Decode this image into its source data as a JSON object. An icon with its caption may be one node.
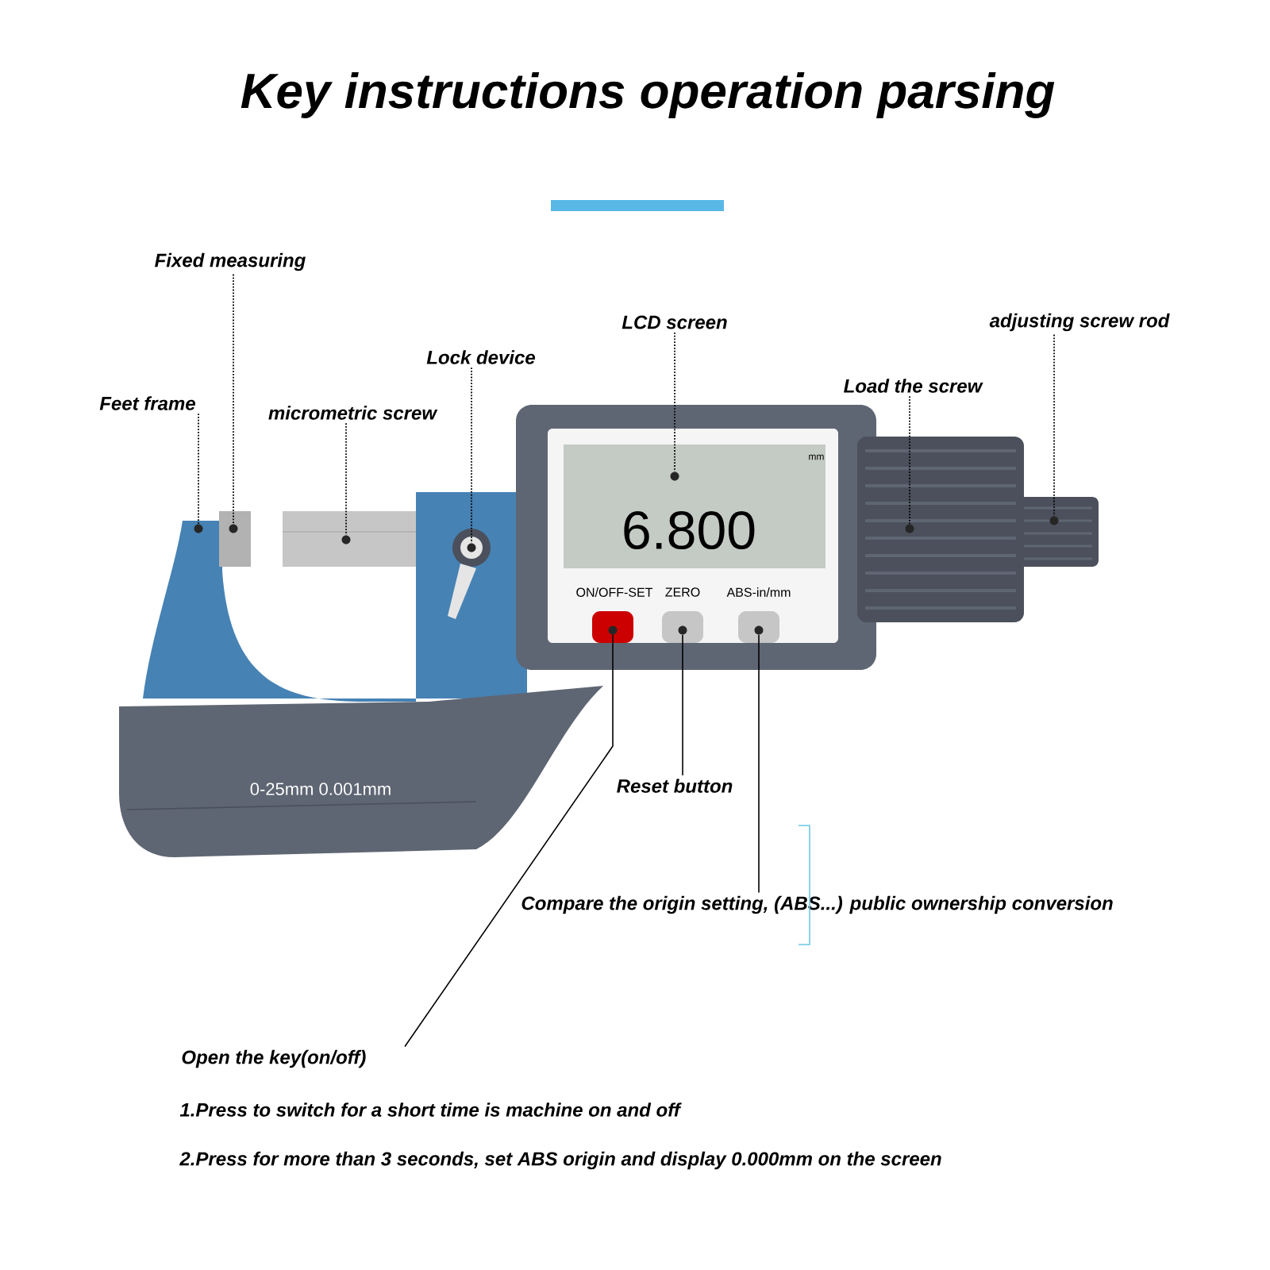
{
  "diagram": {
    "title": "Key instructions operation parsing",
    "nodes": [
      {
        "text": [
          "Fixed measuring"
        ]
      },
      {
        "text": [
          "Feet frame"
        ]
      },
      {
        "text": [
          "micrometric screw"
        ]
      },
      {
        "text": [
          "Lock device"
        ]
      },
      {
        "text": [
          "LCD screen"
        ]
      },
      {
        "text": [
          "Load the screw"
        ]
      },
      {
        "text": [
          "adjusting screw rod"
        ]
      },
      {
        "text": [
          "Reset button"
        ]
      },
      {
        "text": [
          "Compare the origin setting, (ABS...) public ownership conversion"
        ]
      },
      {
        "text": [
          "Open the key(on/off)"
        ]
      },
      {
        "text": [],
        "shape": "circle"
      },
      {
        "text": [],
        "shape": "circle"
      },
      {
        "text": [],
        "shape": "circle"
      },
      {
        "text": [],
        "shape": "circle"
      },
      {
        "text": [],
        "shape": "circle"
      },
      {
        "text": [],
        "shape": "circle"
      },
      {
        "text": [],
        "shape": "circle"
      },
      {
        "text": [],
        "shape": "circle"
      },
      {
        "text": [],
        "shape": "circle"
      },
      {
        "text": [],
        "shape": "circle"
      }
    ],
    "edges": [
      {
        "from": 0,
        "to": 11,
        "arrow": "none",
        "style": "dashed"
      },
      {
        "from": 1,
        "to": 10,
        "arrow": "none",
        "style": "dashed"
      },
      {
        "from": 2,
        "to": 12,
        "arrow": "none",
        "style": "dashed"
      },
      {
        "from": 3,
        "to": 13,
        "arrow": "none",
        "style": "dashed"
      },
      {
        "from": 4,
        "to": 14,
        "arrow": "none",
        "style": "dashed"
      },
      {
        "from": 5,
        "to": 15,
        "arrow": "none",
        "style": "dashed"
      },
      {
        "from": 6,
        "to": 16,
        "arrow": "none",
        "style": "dashed"
      },
      {
        "from": 7,
        "to": 18,
        "arrow": "none"
      },
      {
        "from": 8,
        "to": 19,
        "arrow": "none"
      },
      {
        "from": 9,
        "to": 17,
        "arrow": "none"
      }
    ],
    "labels": [
      "6.800",
      "mm",
      "ON/OFF-SET",
      "ZERO",
      "ABS-in/mm",
      "0-25mm 0.001mm",
      "1.Press to switch for a short time is machine on and off",
      "2.Press for more than 3 seconds, set ABS origin and display 0.000mm on the screen"
    ]
  }
}
